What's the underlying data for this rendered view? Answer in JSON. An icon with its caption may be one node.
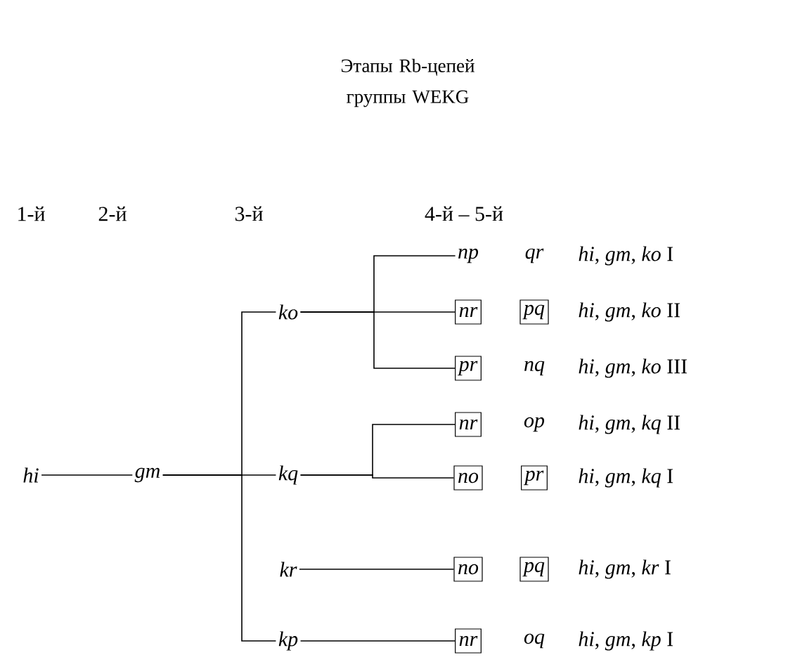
{
  "diagram": {
    "title": "Этапы Rb-цепей группы WEKG",
    "nodes": [
      {
        "text": [
          "hi"
        ]
      },
      {
        "text": [
          "gm"
        ]
      },
      {
        "text": [
          "ko"
        ]
      },
      {
        "text": [
          "kq"
        ]
      },
      {
        "text": [
          "kr"
        ]
      },
      {
        "text": [
          "kp"
        ]
      },
      {
        "text": [
          "np"
        ]
      },
      {
        "text": [
          "nr"
        ]
      },
      {
        "text": [
          "pq"
        ]
      },
      {
        "text": [
          "pr"
        ]
      },
      {
        "text": [
          "nr"
        ]
      },
      {
        "text": [
          "no"
        ]
      },
      {
        "text": [
          "pr"
        ]
      },
      {
        "text": [
          "no"
        ]
      },
      {
        "text": [
          "pq"
        ]
      },
      {
        "text": [
          "nr"
        ]
      }
    ],
    "edges": [
      {
        "from": 0,
        "to": 1,
        "arrow": "none"
      },
      {
        "from": 1,
        "to": 2,
        "arrow": "none"
      },
      {
        "from": 1,
        "to": 3,
        "arrow": "none"
      },
      {
        "from": 1,
        "to": 5,
        "arrow": "none"
      },
      {
        "from": 2,
        "to": 6,
        "arrow": "none"
      },
      {
        "from": 2,
        "to": 7,
        "arrow": "none"
      },
      {
        "from": 2,
        "to": 9,
        "arrow": "none"
      },
      {
        "from": 3,
        "to": 10,
        "arrow": "none"
      },
      {
        "from": 3,
        "to": 11,
        "arrow": "none"
      },
      {
        "from": 4,
        "to": 13,
        "arrow": "none"
      },
      {
        "from": 5,
        "to": 15,
        "arrow": "none"
      }
    ],
    "labels": [
      "1-й",
      "2-й",
      "3-й",
      "4-й – 5-й",
      "qr",
      "*hi*, *gm*, *ko* I",
      "*hi*, *gm*, *ko* II",
      "nq",
      "*hi*, *gm*, *ko* III",
      "op",
      "*hi*, *gm*, *kq* II",
      "*hi*, *gm*, *kq* I",
      "*hi*, *gm*, *kr* I",
      "oq",
      "*hi*, *gm*, *kp* I"
    ]
  }
}
